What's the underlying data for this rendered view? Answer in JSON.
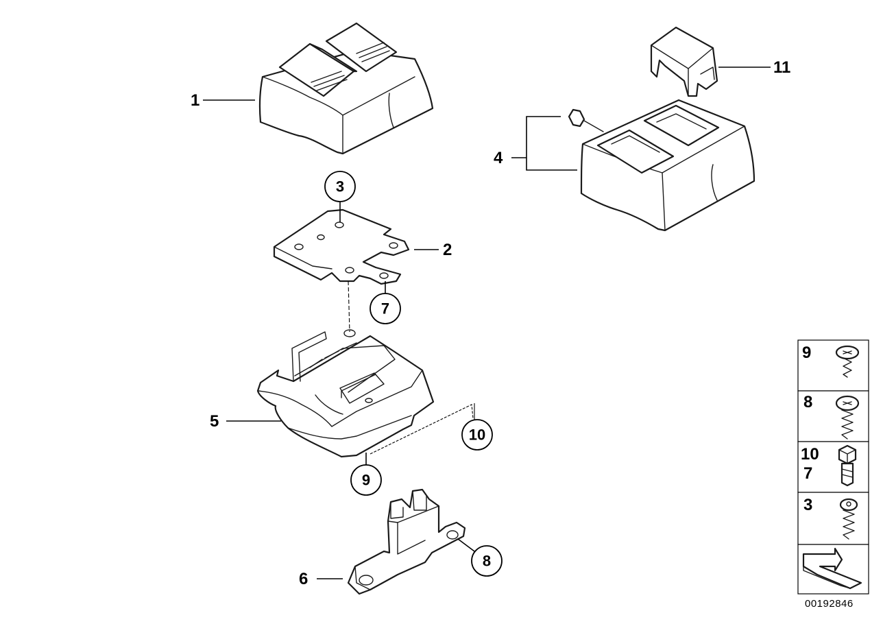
{
  "parts": {
    "p1": "1",
    "p2": "2",
    "p4": "4",
    "p5": "5",
    "p6": "6",
    "p11": "11"
  },
  "callouts": {
    "c3": "3",
    "c7": "7",
    "c10": "10",
    "c9": "9",
    "c8": "8"
  },
  "legend": {
    "row1": "9",
    "row2": "8",
    "row3a": "10",
    "row3b": "7",
    "row4": "3"
  },
  "diagram_code": "00192846"
}
